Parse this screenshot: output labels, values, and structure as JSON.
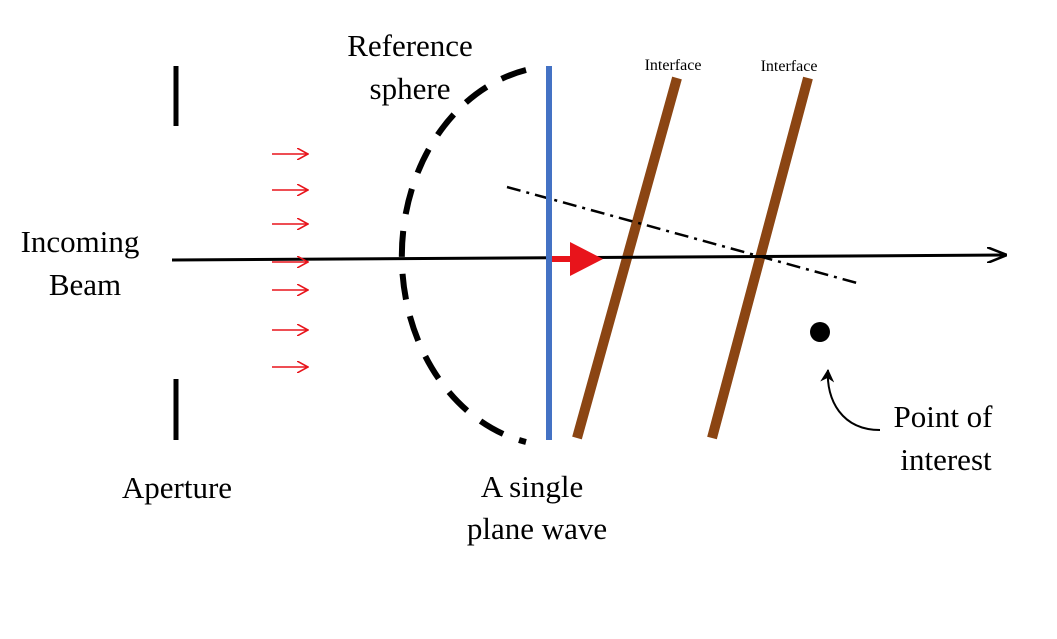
{
  "labels": {
    "incoming_beam_line1": "Incoming",
    "incoming_beam_line2": "Beam",
    "aperture": "Aperture",
    "reference_sphere_line1": "Reference",
    "reference_sphere_line2": "sphere",
    "plane_wave_line1": "A single",
    "plane_wave_line2": "plane wave",
    "interface_1": "Interface",
    "interface_2": "Interface",
    "point_line1": "Point of",
    "point_line2": "interest"
  },
  "colors": {
    "beam": "#000000",
    "small_arrows": "#e8141b",
    "highlight_arrow": "#e8141b",
    "plane_wave": "#4472c4",
    "interface": "#8b4513",
    "sphere": "#000000"
  }
}
